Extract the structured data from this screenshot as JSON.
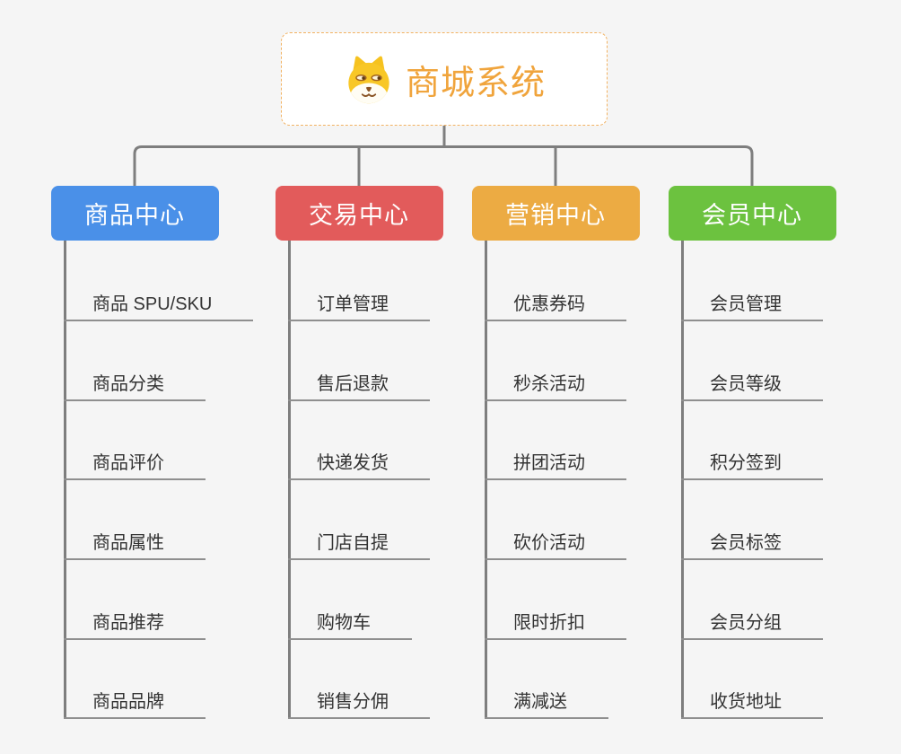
{
  "background_color": "#f5f5f5",
  "connector_color": "#7e7e7e",
  "underline_color": "#8f8f8f",
  "root": {
    "title": "商城系统",
    "icon": "dog-face-icon",
    "border_color": "#f2b262",
    "title_color": "#f0a43c"
  },
  "branches": [
    {
      "label": "商品中心",
      "color": "#4a90e8",
      "items": [
        "商品 SPU/SKU",
        "商品分类",
        "商品评价",
        "商品属性",
        "商品推荐",
        "商品品牌"
      ]
    },
    {
      "label": "交易中心",
      "color": "#e25b5b",
      "items": [
        "订单管理",
        "售后退款",
        "快递发货",
        "门店自提",
        "购物车",
        "销售分佣"
      ]
    },
    {
      "label": "营销中心",
      "color": "#ecab43",
      "items": [
        "优惠券码",
        "秒杀活动",
        "拼团活动",
        "砍价活动",
        "限时折扣",
        "满减送"
      ]
    },
    {
      "label": "会员中心",
      "color": "#6cc23f",
      "items": [
        "会员管理",
        "会员等级",
        "积分签到",
        "会员标签",
        "会员分组",
        "收货地址"
      ]
    }
  ]
}
